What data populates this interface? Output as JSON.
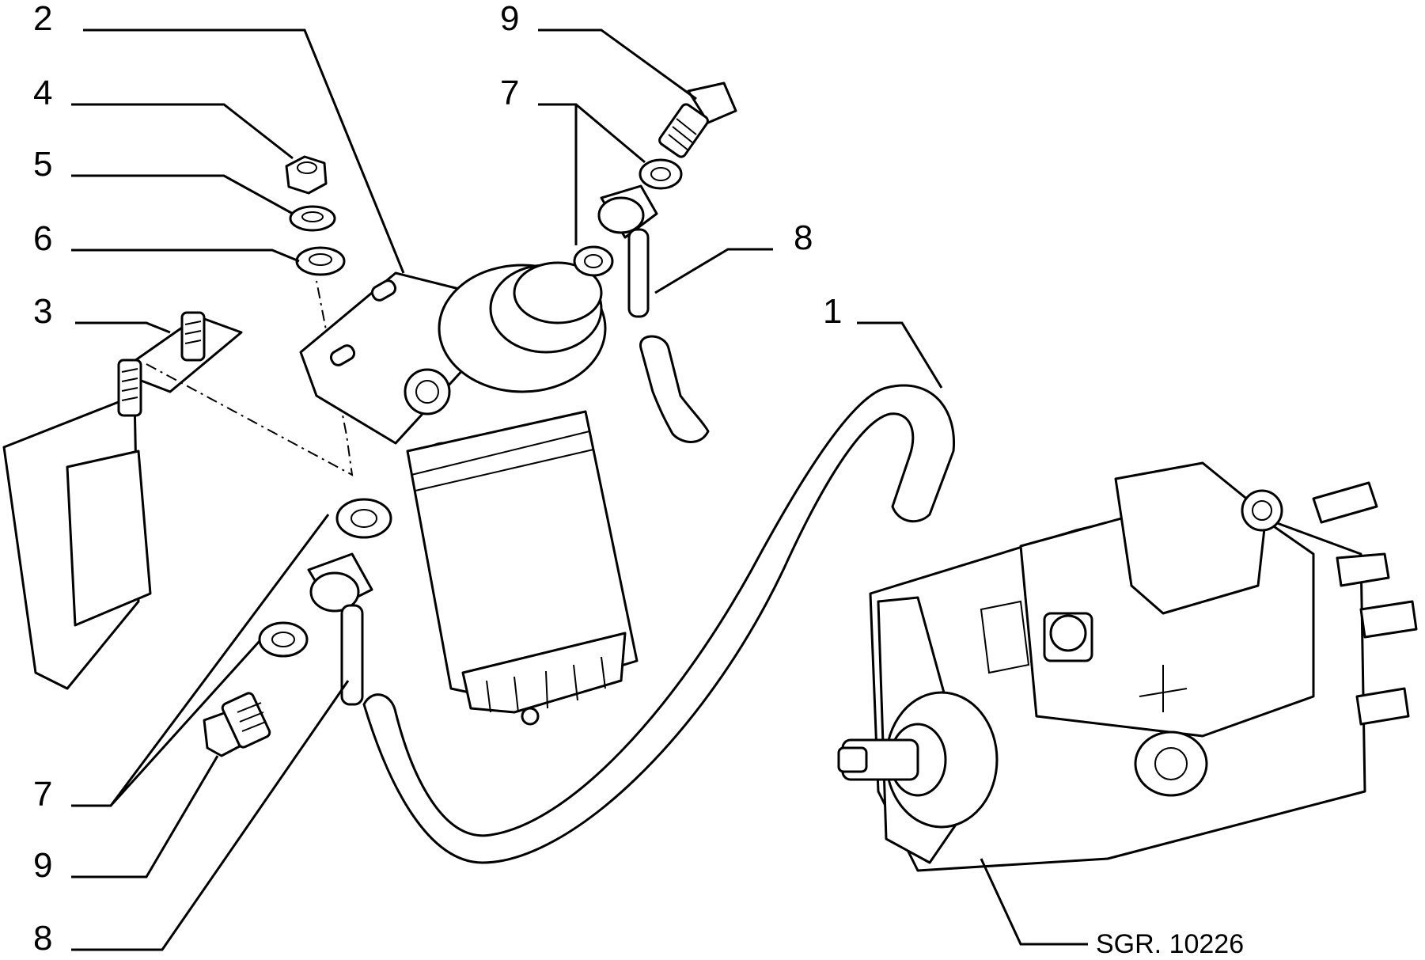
{
  "callouts": [
    {
      "id": "c1",
      "label": "2"
    },
    {
      "id": "c2",
      "label": "4"
    },
    {
      "id": "c3",
      "label": "5"
    },
    {
      "id": "c4",
      "label": "6"
    },
    {
      "id": "c5",
      "label": "3"
    },
    {
      "id": "c6",
      "label": "9"
    },
    {
      "id": "c7",
      "label": "7"
    },
    {
      "id": "c8",
      "label": "8"
    },
    {
      "id": "c9",
      "label": "1"
    },
    {
      "id": "c10",
      "label": "7"
    },
    {
      "id": "c11",
      "label": "9"
    },
    {
      "id": "c12",
      "label": "8"
    }
  ],
  "reference": "SGR. 10226",
  "colors": {
    "ink": "#000000",
    "paper": "#ffffff"
  }
}
